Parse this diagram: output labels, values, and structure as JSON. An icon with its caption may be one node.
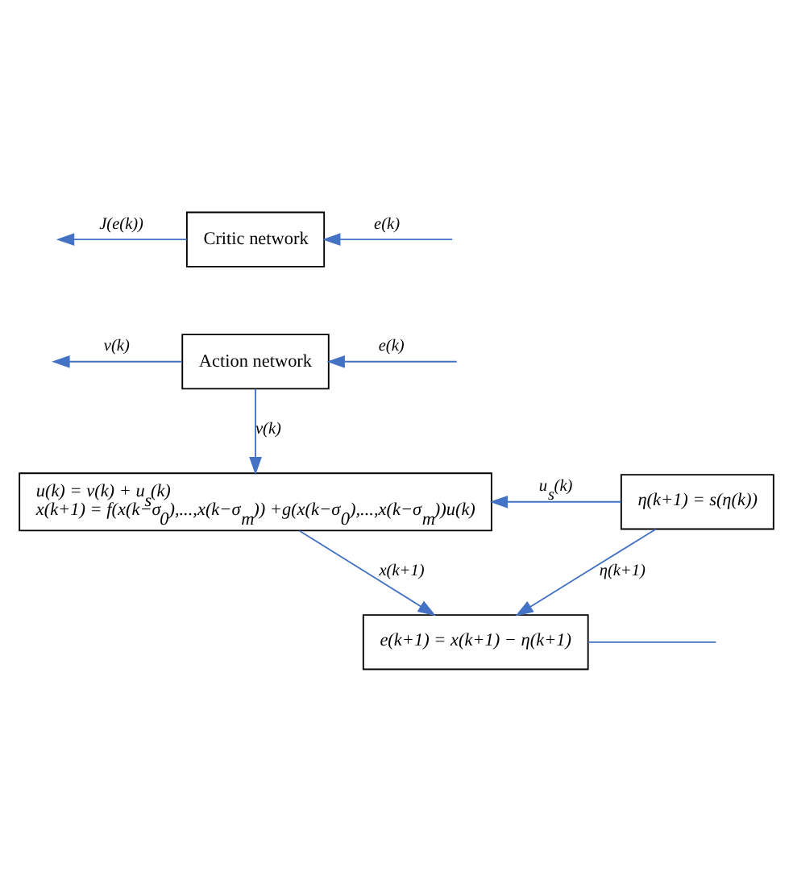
{
  "diagram": {
    "nodes": [
      {
        "text": [
          "Critic network"
        ]
      },
      {
        "text": [
          "Action network"
        ]
      },
      {
        "text": [
          "u(k) = v(k) + u$_{s}$(k)",
          "x(k+1) = f(x(k−σ$_{0}$),...,x(k−σ$_{m}$)) +g(x(k−σ$_{0}$),...,x(k−σ$_{m}$))u(k)"
        ]
      },
      {
        "text": [
          "η(k+1) = s(η(k))"
        ]
      },
      {
        "text": [
          "e(k+1) = x(k+1) − η(k+1)"
        ]
      }
    ],
    "edges": [
      {
        "from": 0,
        "to": null,
        "arrow": "to",
        "label": "J(e(k))"
      },
      {
        "from": null,
        "to": 0,
        "arrow": "to",
        "label": "e(k)"
      },
      {
        "from": 1,
        "to": null,
        "arrow": "to",
        "label": "v(k)"
      },
      {
        "from": null,
        "to": 1,
        "arrow": "to",
        "label": "e(k)"
      },
      {
        "from": 1,
        "to": 2,
        "arrow": "to",
        "label": "v(k)"
      },
      {
        "from": 3,
        "to": 2,
        "arrow": "to",
        "label": "u$_{s}$(k)"
      },
      {
        "from": 2,
        "to": 4,
        "arrow": "to",
        "label": "x(k+1)"
      },
      {
        "from": 3,
        "to": 4,
        "arrow": "to",
        "label": "η(k+1)"
      },
      {
        "from": 4,
        "to": null,
        "arrow": "none"
      }
    ]
  }
}
